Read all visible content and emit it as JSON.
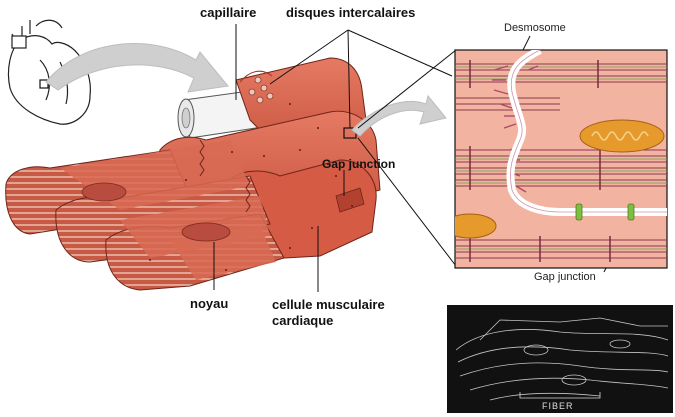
{
  "labels": {
    "capillary": "capillaire",
    "intercalated_discs": "disques intercalaires",
    "gap_junction_main": "Gap junction",
    "nucleus": "noyau",
    "cardiac_muscle_cell_line1": "cellule musculaire",
    "cardiac_muscle_cell_line2": "cardiaque",
    "desmosome": "Desmosome",
    "gap_junction_detail": "Gap junction",
    "fiber": "FIBER"
  },
  "colors": {
    "muscle": "#d9634f",
    "muscle_dark": "#b2412f",
    "muscle_light": "#f0a48a",
    "detail_bg": "#f2b3a0",
    "myofibril": "#8a3a52",
    "mitochondria": "#e79a2c",
    "gap_junction": "#7fbf3f",
    "desmosome": "#b04a6a",
    "arrow": "#c8c8c8",
    "micrograph_bg": "#111111"
  },
  "icons": {
    "heart": "heart-outline-icon",
    "arrow_to_tissue": "curved-arrow-icon",
    "arrow_to_detail": "curved-arrow-icon"
  }
}
